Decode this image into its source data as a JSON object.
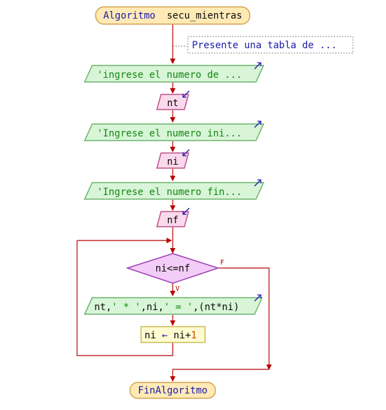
{
  "header": {
    "title_keyword": "Algoritmo",
    "title_name": "secu_mientras",
    "comment": "Presente una tabla de ..."
  },
  "steps": {
    "print1": "'ingrese el numero de ...",
    "read1": "nt",
    "print2": "'Ingrese el numero ini...",
    "read2": "ni",
    "print3": "'Ingrese el numero fin...",
    "read3": "nf"
  },
  "loop": {
    "condition": "ni<=nf",
    "true_label": "V",
    "false_label": "F",
    "body_print_parts": [
      "nt",
      ",",
      "' * '",
      ",",
      "ni",
      ",",
      "' = '",
      ",",
      "(nt*ni)"
    ],
    "assign_target": "ni",
    "assign_arrow": "←",
    "assign_var": "ni",
    "assign_plus": "+",
    "assign_num": "1"
  },
  "footer": {
    "end_label": "FinAlgoritmo"
  },
  "colors": {
    "flow_line": "#b80000",
    "terminal_fill": "#ffeab6",
    "terminal_stroke": "#d4a14e",
    "print_fill": "#d8f5d8",
    "print_stroke": "#6ab46a",
    "read_fill": "#fbd9ec",
    "read_stroke": "#c0508a",
    "decision_fill": "#f2cdf7",
    "decision_stroke": "#9c3cb4",
    "process_fill": "#fffbd0",
    "process_stroke": "#c8bb55",
    "keyword_text": "#1a1aa8",
    "string_text": "#11880e",
    "number_text": "#cc4400",
    "var_text": "#0a0a0a"
  }
}
